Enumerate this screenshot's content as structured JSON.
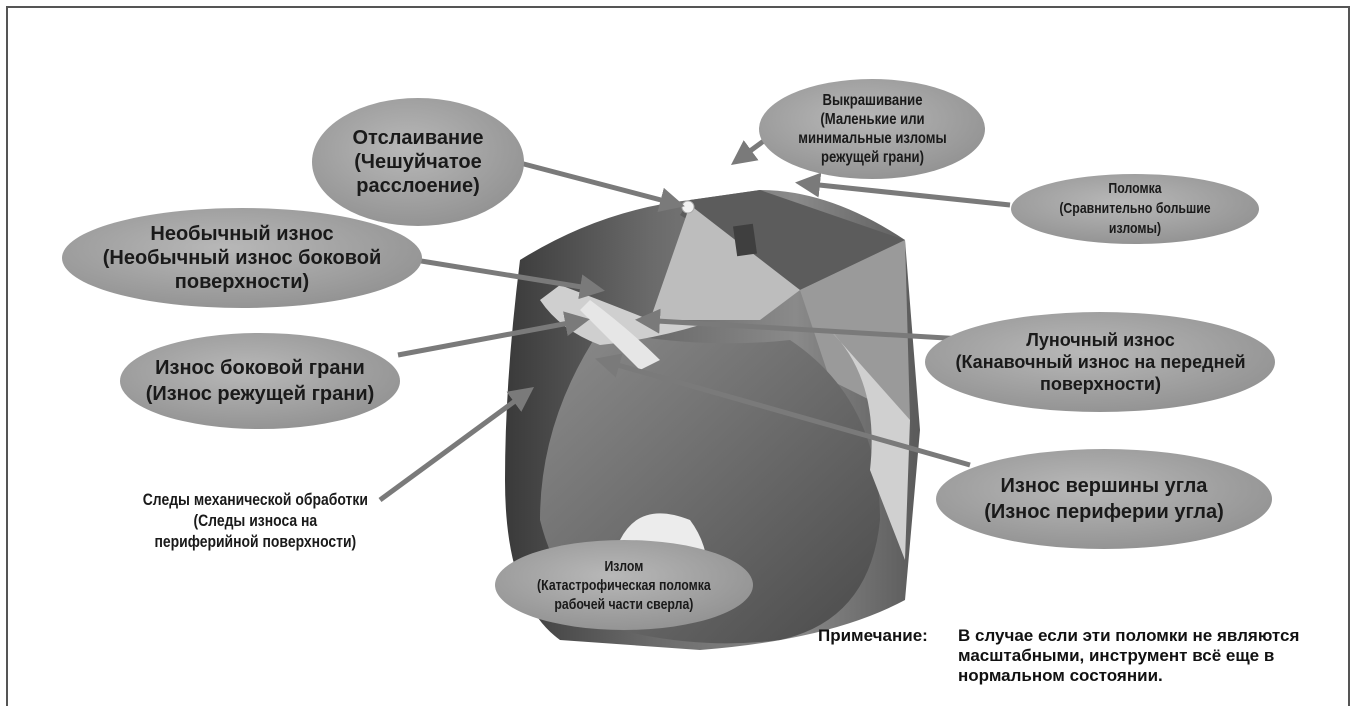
{
  "labels": {
    "otslaivanie": "Отслаивание\n(Чешуйчатое\nрасслоение)",
    "vykrashivanie": "Выкрашивание\n(Маленькие или\nминимальные изломы\nрежущей грани)",
    "polomka": "Поломка\n(Сравнительно большие изломы)",
    "neobychny": "Необычный износ\n(Необычный износ боковой\nповерхности)",
    "lunochny": "Луночный  износ\n(Канавочный износ на передней\nповерхности)",
    "bokovaya": "Износ боковой грани\n(Износ режущей грани)",
    "sledy": "Следы механической обработки\n(Следы износа на\nпериферийной поверхности)",
    "vershina": "Износ вершины угла\n(Износ периферии угла)",
    "izlom": "Излом\n(Катастрофическая поломка\nрабочей части сверла)"
  },
  "note": {
    "prefix": "Примечание:",
    "line1": "В случае если эти поломки не являются",
    "line2": "масштабными, инструмент всё еще в",
    "line3": "нормальном состоянии."
  },
  "colors": {
    "ellipse_fill": "#9c9c9c",
    "arrow": "#7a7a7a",
    "border": "#555555"
  }
}
